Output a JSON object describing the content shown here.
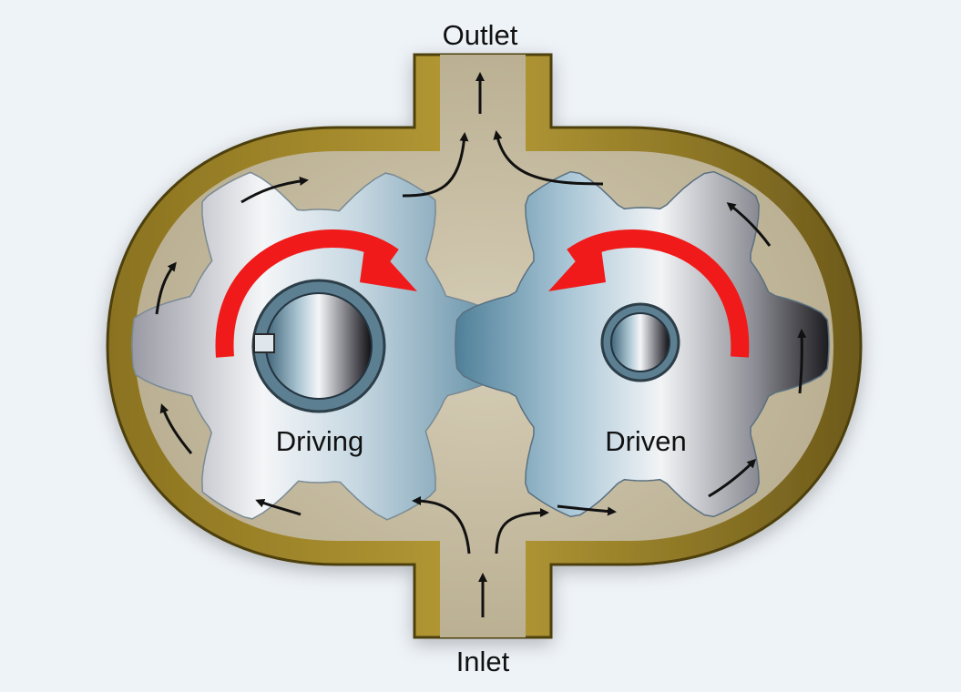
{
  "labels": {
    "outlet": "Outlet",
    "inlet": "Inlet",
    "driving_gear": "Driving",
    "driven_gear": "Driven"
  },
  "colors": {
    "background": "#eef3f8",
    "housing": "#a88d2c",
    "housing_dark": "#6b5618",
    "fluid": "#c9bfa6",
    "rotation_arrow": "#f01a1a",
    "flow_arrow": "#111111"
  }
}
